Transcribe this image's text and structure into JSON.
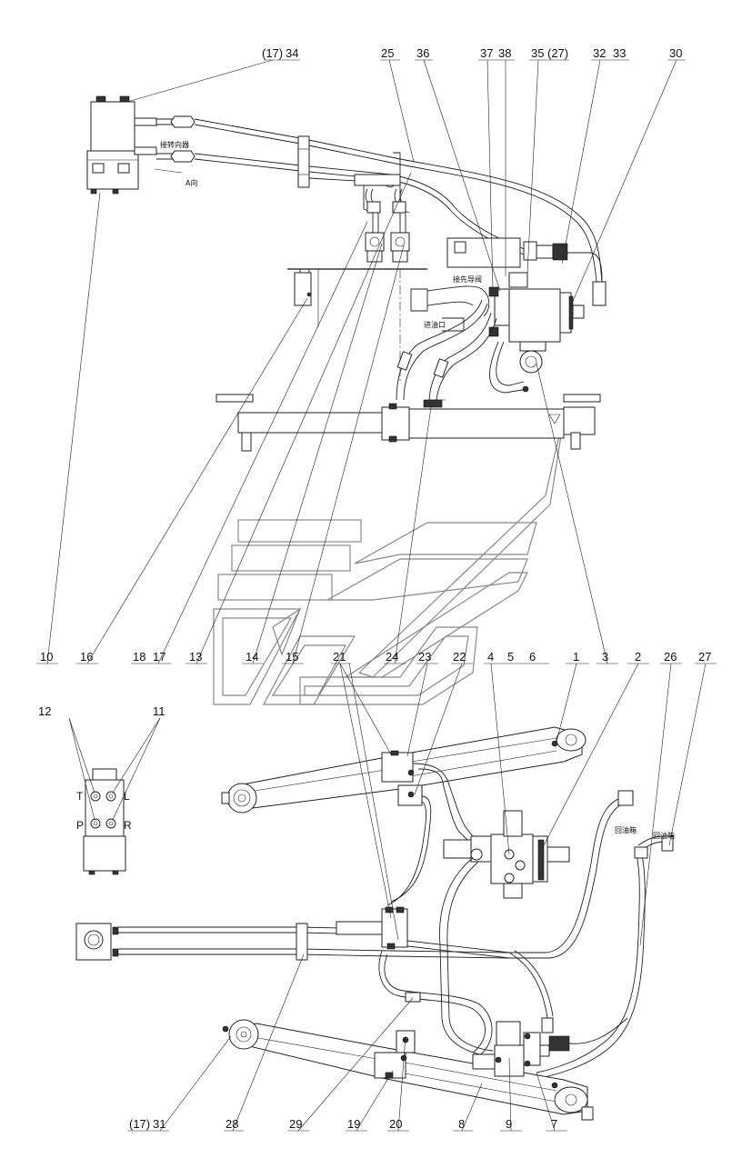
{
  "callouts": {
    "c17a": "(17)",
    "c34": "34",
    "c25": "25",
    "c36": "36",
    "c37": "37",
    "c38": "38",
    "c35": "35",
    "c27a": "(27)",
    "c32": "32",
    "c33": "33",
    "c30": "30",
    "c10": "10",
    "c16": "16",
    "c18": "18",
    "c17": "17",
    "c13": "13",
    "c14": "14",
    "c15": "15",
    "c21": "21",
    "c24": "24",
    "c23": "23",
    "c22": "22",
    "c4": "4",
    "c5": "5",
    "c6": "6",
    "c1": "1",
    "c3": "3",
    "c2": "2",
    "c26": "26",
    "c27": "27",
    "c12": "12",
    "c11": "11",
    "c17b": "(17)",
    "c31": "31",
    "c28": "28",
    "c29": "29",
    "c19": "19",
    "c20": "20",
    "c8": "8",
    "c9": "9",
    "c7": "7"
  },
  "annotations": {
    "to_steering_unit": "接转向器",
    "direction_a": "A向",
    "to_pilot_valve": "接先导阀",
    "oil_inlet": "进油口",
    "return_box_1": "回油箱",
    "return_box_2": "回油箱"
  },
  "ports": {
    "T": "T",
    "L": "L",
    "P": "P",
    "R": "R"
  }
}
